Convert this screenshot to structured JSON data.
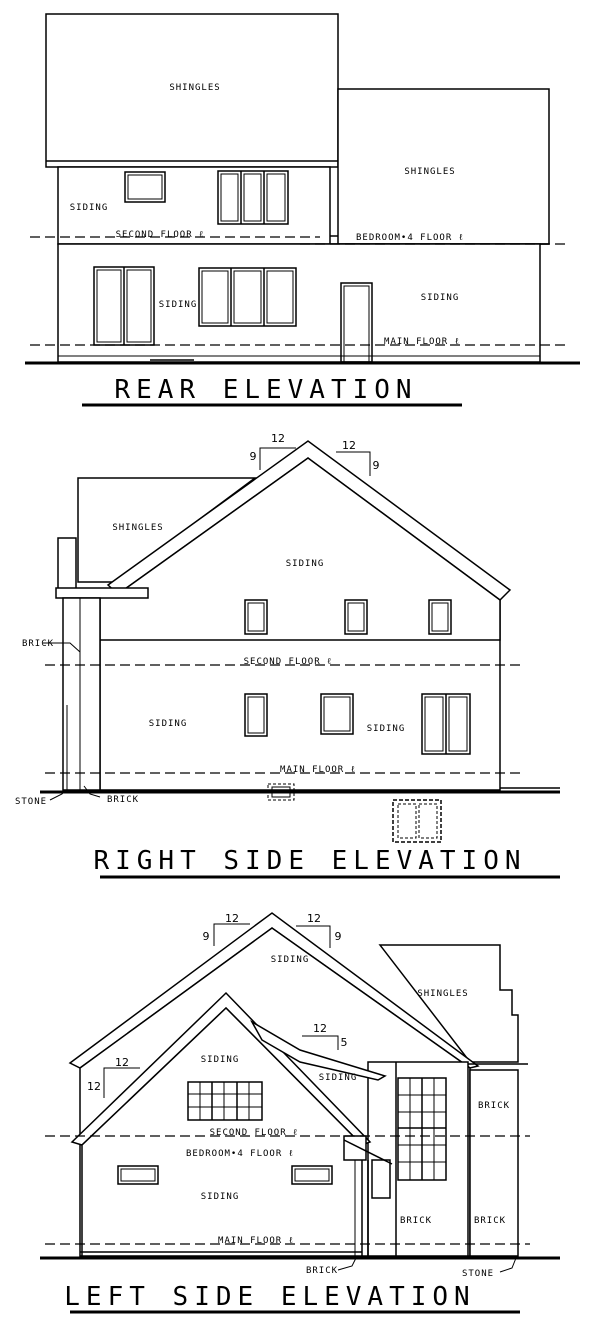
{
  "rear": {
    "title": "REAR ELEVATION",
    "shingles_upper": "SHINGLES",
    "shingles_right": "SHINGLES",
    "siding_upper_left": "SIDING",
    "siding_lower_center": "SIDING",
    "siding_lower_right": "SIDING",
    "second_floor": "SECOND FLOOR ℓ",
    "bedroom_floor": "BEDROOM•4 FLOOR ℓ",
    "main_floor": "MAIN FLOOR ℓ"
  },
  "right": {
    "title": "RIGHT SIDE ELEVATION",
    "shingles": "SHINGLES",
    "siding_upper": "SIDING",
    "siding_lower_left": "SIDING",
    "siding_lower_right": "SIDING",
    "brick_upper": "BRICK",
    "brick_lower": "BRICK",
    "stone": "STONE",
    "second_floor": "SECOND FLOOR ℓ",
    "main_floor": "MAIN FLOOR ℓ",
    "pitch_left_run": "12",
    "pitch_left_rise": "9",
    "pitch_right_run": "12",
    "pitch_right_rise": "9"
  },
  "left": {
    "title": "LEFT SIDE ELEVATION",
    "siding_top": "SIDING",
    "shingles": "SHINGLES",
    "siding_mid_left": "SIDING",
    "siding_mid_right": "SIDING",
    "siding_lower": "SIDING",
    "brick_upper_right": "BRICK",
    "brick_lower_center": "BRICK",
    "brick_lower_right": "BRICK",
    "brick_bottom": "BRICK",
    "stone": "STONE",
    "second_floor": "SECOND FLOOR ℓ",
    "bedroom_floor": "BEDROOM•4 FLOOR ℓ",
    "main_floor": "MAIN FLOOR ℓ",
    "pitch_top_left_run": "12",
    "pitch_top_left_rise": "9",
    "pitch_top_right_run": "12",
    "pitch_top_right_rise": "9",
    "pitch_side_run": "12",
    "pitch_side_rise": "12",
    "pitch_mid_run": "12",
    "pitch_mid_rise": "5"
  }
}
